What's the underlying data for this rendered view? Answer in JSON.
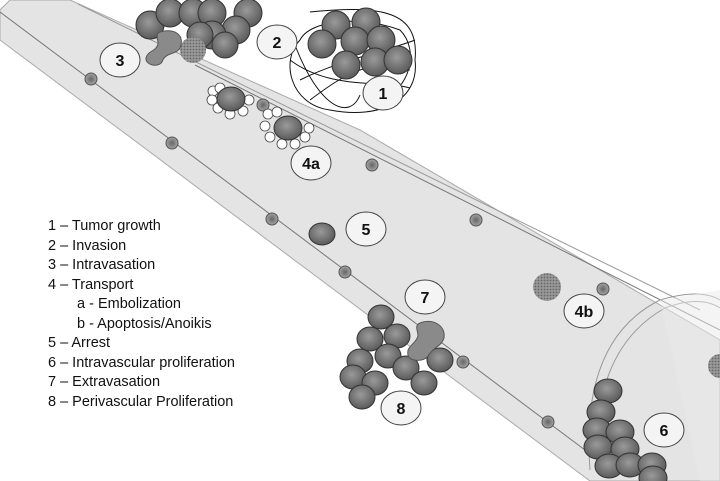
{
  "title": "Metastatic cascade diagram",
  "labels": {
    "l1": "1",
    "l2": "2",
    "l3": "3",
    "l4a": "4a",
    "l4b": "4b",
    "l5": "5",
    "l6": "6",
    "l7": "7",
    "l8": "8"
  },
  "legend": {
    "items": [
      {
        "text": "1 – Tumor growth"
      },
      {
        "text": "2 – Invasion"
      },
      {
        "text": "3 – Intravasation"
      },
      {
        "text": "4 – Transport"
      },
      {
        "text": "a - Embolization",
        "sub": true
      },
      {
        "text": "b - Apoptosis/Anoikis",
        "sub": true
      },
      {
        "text": "5 – Arrest"
      },
      {
        "text": "6 – Intravascular proliferation"
      },
      {
        "text": "7 – Extravasation"
      },
      {
        "text": "8 – Perivascular Proliferation"
      }
    ]
  },
  "colors": {
    "vessel_fill": "#e4e4e4",
    "vessel_edge": "#9a9a9a",
    "cell_fill": "#777777",
    "cell_edge": "#333333",
    "label_fill": "#f4f4f4"
  }
}
